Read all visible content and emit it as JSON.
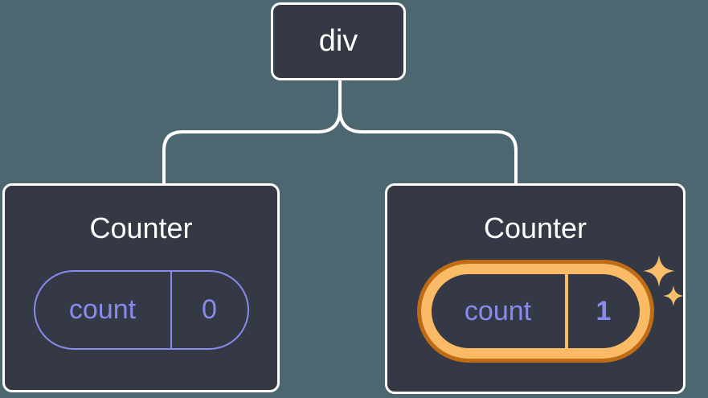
{
  "tree": {
    "root": {
      "label": "div"
    },
    "children": [
      {
        "title": "Counter",
        "state": {
          "label": "count",
          "value": "0"
        },
        "highlighted": false
      },
      {
        "title": "Counter",
        "state": {
          "label": "count",
          "value": "1"
        },
        "highlighted": true
      }
    ]
  },
  "colors": {
    "background": "#4D6770",
    "node_fill": "#343945",
    "node_border": "#FFFFFF",
    "connector": "#FFFFFF",
    "state_accent": "#8A8AEE",
    "highlight_ring_inner": "#FBBB66",
    "highlight_ring_outer": "#C06C15",
    "sparkle": "#F9BE6A",
    "text": "#FFFFFF"
  }
}
